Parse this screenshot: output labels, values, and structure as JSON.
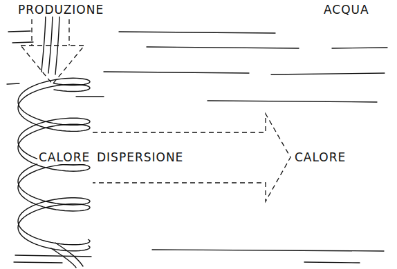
{
  "diagram": {
    "labels": [
      "PRODUZIONE",
      "ACQUA",
      "CALORE",
      "DISPERSIONE",
      "CALORE"
    ]
  }
}
